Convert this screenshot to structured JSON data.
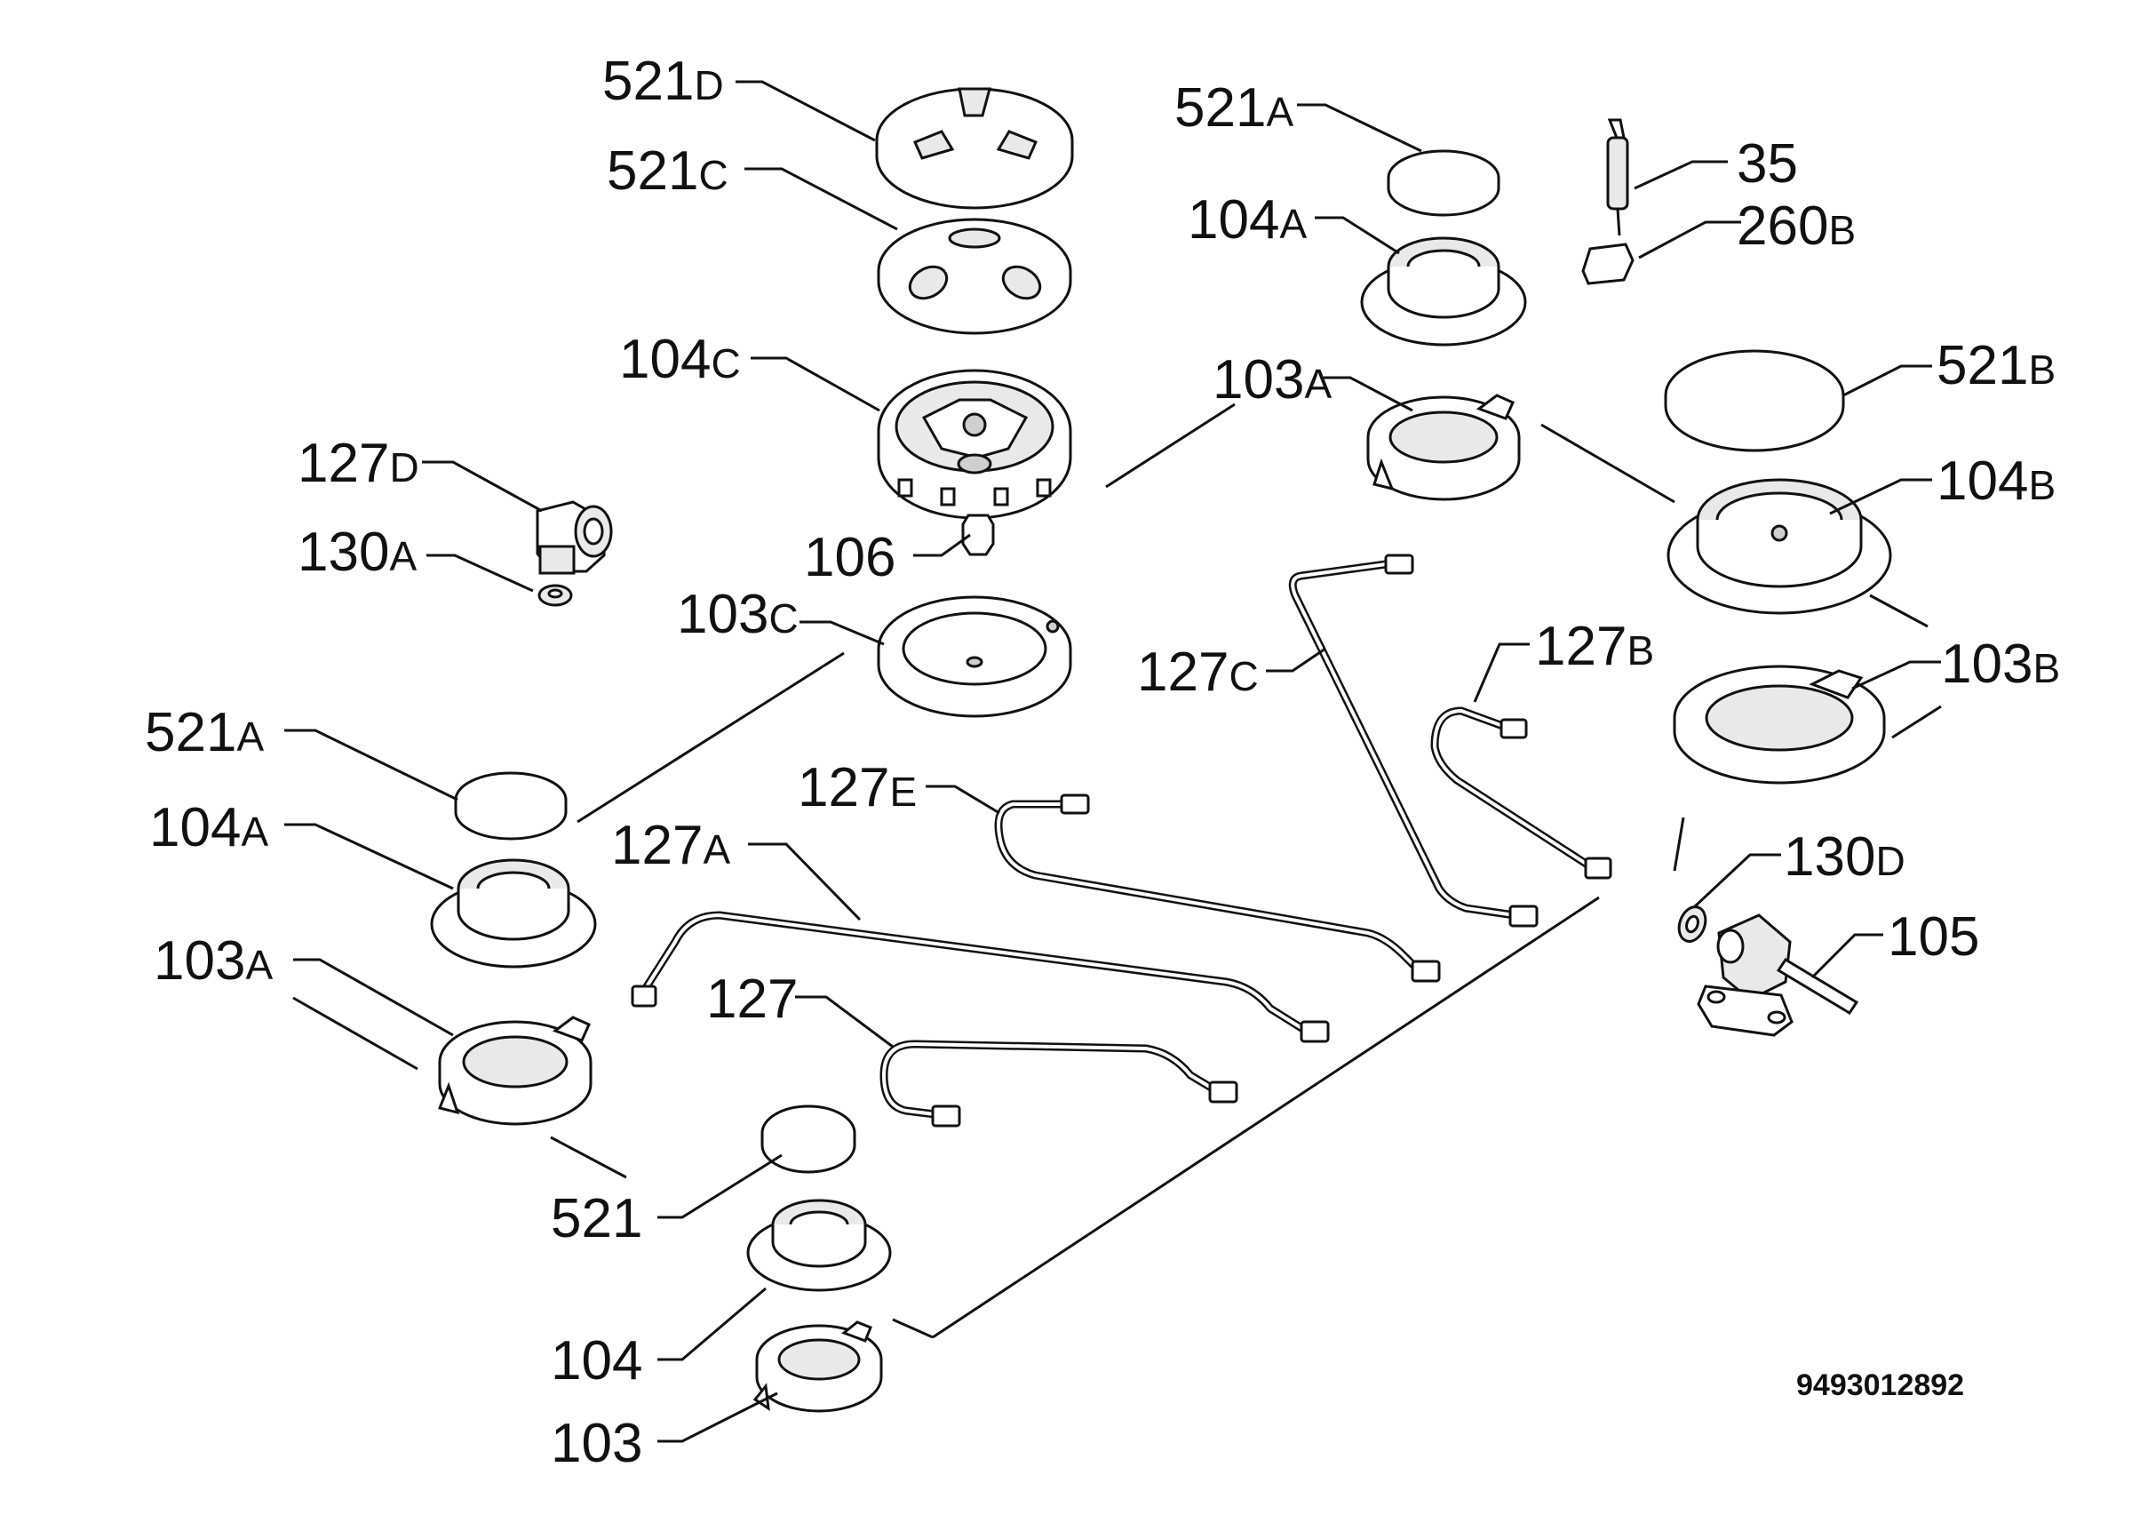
{
  "labels": {
    "l521D": {
      "num": "521",
      "sfx": "D"
    },
    "l521C": {
      "num": "521",
      "sfx": "C"
    },
    "l104C": {
      "num": "104",
      "sfx": "C"
    },
    "l127D": {
      "num": "127",
      "sfx": "D"
    },
    "l130A": {
      "num": "130",
      "sfx": "A"
    },
    "l106": {
      "num": "106",
      "sfx": ""
    },
    "l103C": {
      "num": "103",
      "sfx": "C"
    },
    "l521A_top": {
      "num": "521",
      "sfx": "A"
    },
    "l104A_top": {
      "num": "104",
      "sfx": "A"
    },
    "l103A_top": {
      "num": "103",
      "sfx": "A"
    },
    "l35": {
      "num": "35",
      "sfx": ""
    },
    "l260B": {
      "num": "260",
      "sfx": "B"
    },
    "l521B": {
      "num": "521",
      "sfx": "B"
    },
    "l104B": {
      "num": "104",
      "sfx": "B"
    },
    "l103B": {
      "num": "103",
      "sfx": "B"
    },
    "l127C": {
      "num": "127",
      "sfx": "C"
    },
    "l127B": {
      "num": "127",
      "sfx": "B"
    },
    "l127E": {
      "num": "127",
      "sfx": "E"
    },
    "l127A": {
      "num": "127",
      "sfx": "A"
    },
    "l127": {
      "num": "127",
      "sfx": ""
    },
    "l521A_left": {
      "num": "521",
      "sfx": "A"
    },
    "l104A_left": {
      "num": "104",
      "sfx": "A"
    },
    "l103A_left": {
      "num": "103",
      "sfx": "A"
    },
    "l521": {
      "num": "521",
      "sfx": ""
    },
    "l104": {
      "num": "104",
      "sfx": ""
    },
    "l103": {
      "num": "103",
      "sfx": ""
    },
    "l130D": {
      "num": "130",
      "sfx": "D"
    },
    "l105": {
      "num": "105",
      "sfx": ""
    }
  },
  "drawing_number": "9493012892"
}
